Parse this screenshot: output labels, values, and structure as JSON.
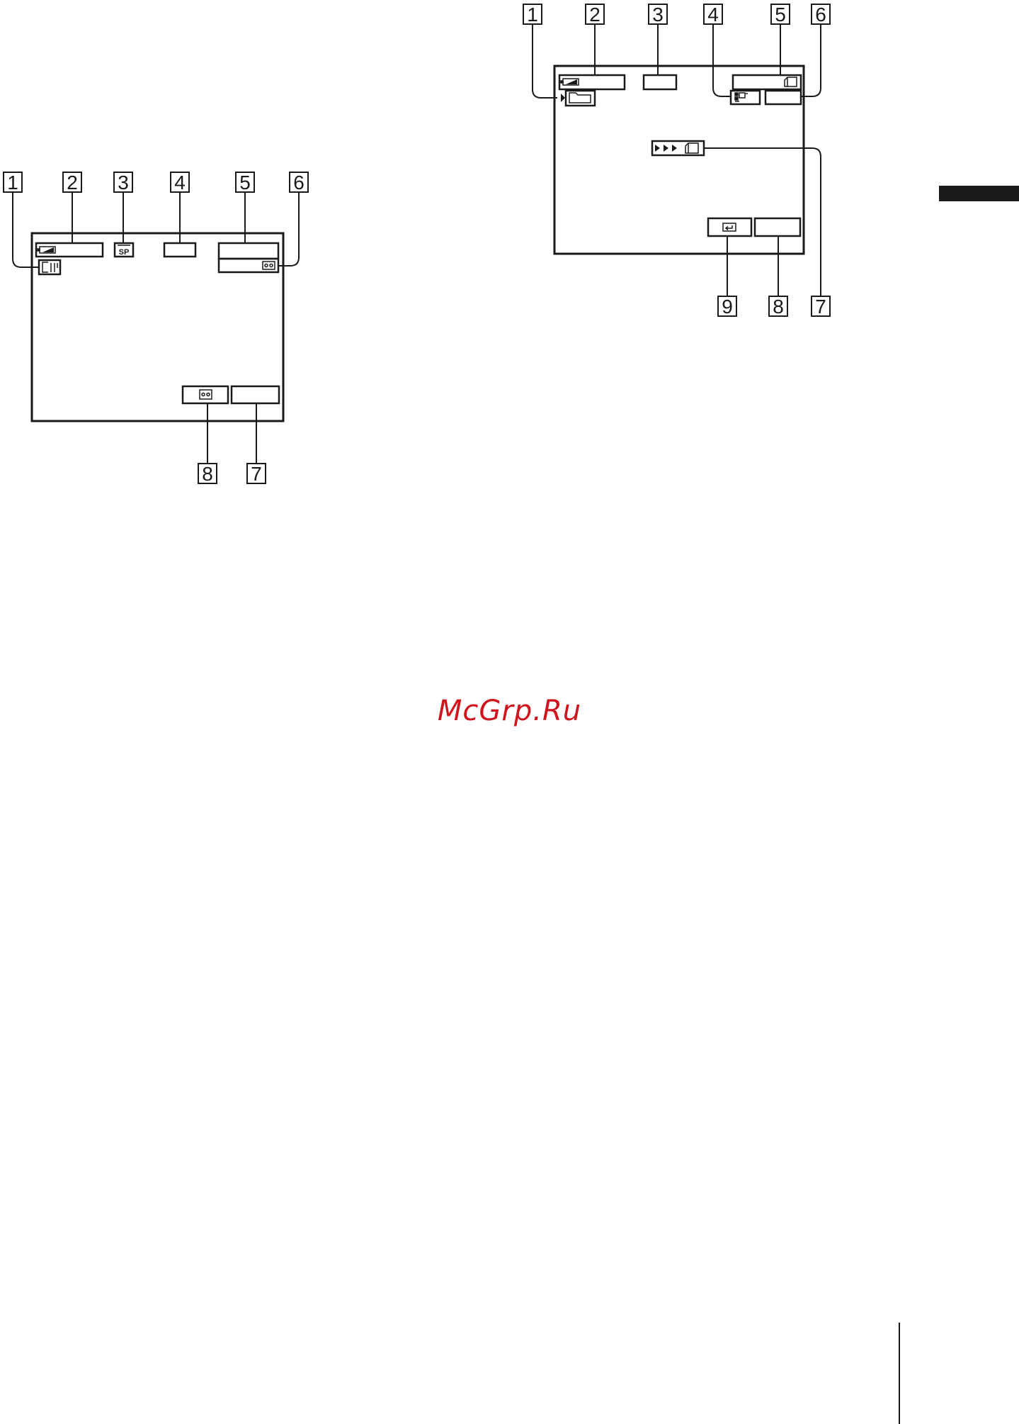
{
  "watermark": "McGrp.Ru",
  "colors": {
    "ink": "#1a1a1a",
    "watermark": "#d0141e",
    "tab": "#1a1a1a"
  },
  "left_diagram": {
    "callouts_top": [
      "1",
      "2",
      "3",
      "4",
      "5",
      "6"
    ],
    "callouts_bottom": [
      "8",
      "7"
    ],
    "icons": [
      "cassette-memory-icon",
      "battery-icon",
      "sp-mode-icon",
      "tape-icon",
      "tape-icon"
    ],
    "sp_label": "SP"
  },
  "right_diagram": {
    "callouts_top": [
      "1",
      "2",
      "3",
      "4",
      "5",
      "6"
    ],
    "callouts_bottom": [
      "9",
      "8",
      "7"
    ],
    "icons": [
      "folder-icon",
      "battery-icon",
      "image-size-icon",
      "memory-card-icon",
      "playback-arrows-icon",
      "return-icon"
    ]
  }
}
